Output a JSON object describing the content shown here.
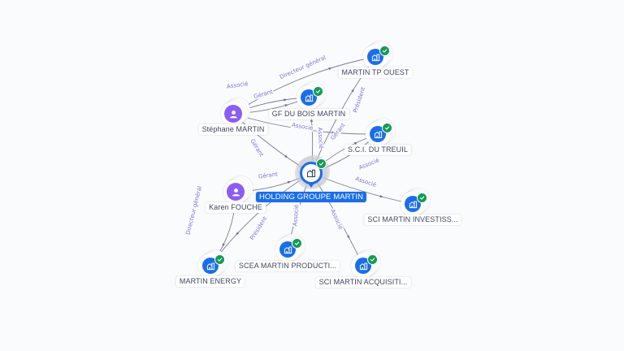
{
  "colors": {
    "company": "#1a6ee8",
    "person": "#8b5cf6",
    "verified": "#159a56",
    "edge_label": "#7b74d6"
  },
  "center": {
    "label": "HOLDING GROUPE MARTIN",
    "icon": "building-icon",
    "verified": true
  },
  "nodes": [
    {
      "id": "tpouest",
      "label": "MARTIN TP OUEST",
      "type": "company",
      "icon": "building-icon",
      "verified": true
    },
    {
      "id": "gfdubois",
      "label": "GF DU BOIS MARTIN",
      "type": "company",
      "icon": "building-icon",
      "verified": true
    },
    {
      "id": "stephane",
      "label": "Stéphane MARTIN",
      "type": "person",
      "icon": "person-icon",
      "verified": false
    },
    {
      "id": "sci_dutreuil",
      "label": "S.C.I. DU TREUIL",
      "type": "company",
      "icon": "building-icon",
      "verified": true
    },
    {
      "id": "karen",
      "label": "Karen FOUCHE",
      "type": "person",
      "icon": "person-icon",
      "verified": false
    },
    {
      "id": "sci_invest",
      "label": "SCI MARTIN INVESTISS...",
      "type": "company",
      "icon": "building-icon",
      "verified": true
    },
    {
      "id": "energy",
      "label": "MARTIN ENERGY",
      "type": "company",
      "icon": "building-icon",
      "verified": true
    },
    {
      "id": "scea",
      "label": "SCEA MARTIN PRODUCTI...",
      "type": "company",
      "icon": "building-icon",
      "verified": true
    },
    {
      "id": "sci_acq",
      "label": "SCI MARTIN ACQUISITI...",
      "type": "company",
      "icon": "building-icon",
      "verified": true
    }
  ],
  "edges": [
    {
      "from": "stephane",
      "to": "tpouest",
      "label": "Directeur général"
    },
    {
      "from": "stephane",
      "to": "gfdubois",
      "label": "Gérant"
    },
    {
      "from": "stephane",
      "to": "gfdubois",
      "label": "Associé"
    },
    {
      "from": "stephane",
      "to": "sci_dutreuil",
      "label": "Associé"
    },
    {
      "from": "stephane",
      "to": "center",
      "label": "Gérant"
    },
    {
      "from": "center",
      "to": "gfdubois",
      "label": "Associé"
    },
    {
      "from": "center",
      "to": "tpouest",
      "label": "Président"
    },
    {
      "from": "center",
      "to": "sci_dutreuil",
      "label": "Associé"
    },
    {
      "from": "center",
      "to": "sci_dutreuil",
      "label": "Gérant"
    },
    {
      "from": "karen",
      "to": "center",
      "label": "Gérant"
    },
    {
      "from": "karen",
      "to": "energy",
      "label": "Directeur général"
    },
    {
      "from": "center",
      "to": "energy",
      "label": "Président"
    },
    {
      "from": "center",
      "to": "sci_invest",
      "label": "Associé"
    },
    {
      "from": "center",
      "to": "scea",
      "label": "Associé"
    },
    {
      "from": "center",
      "to": "sci_acq",
      "label": "Associé"
    }
  ]
}
